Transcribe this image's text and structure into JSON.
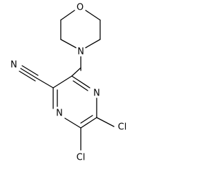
{
  "molecule": {
    "atoms": {
      "oxygen": "O",
      "morpholine_nitrogen": "N",
      "pyrazine_nitrogen_top": "N",
      "pyrazine_nitrogen_bottom": "N",
      "nitrile_nitrogen": "N",
      "chlorine_1": "Cl",
      "chlorine_2": "Cl"
    }
  }
}
